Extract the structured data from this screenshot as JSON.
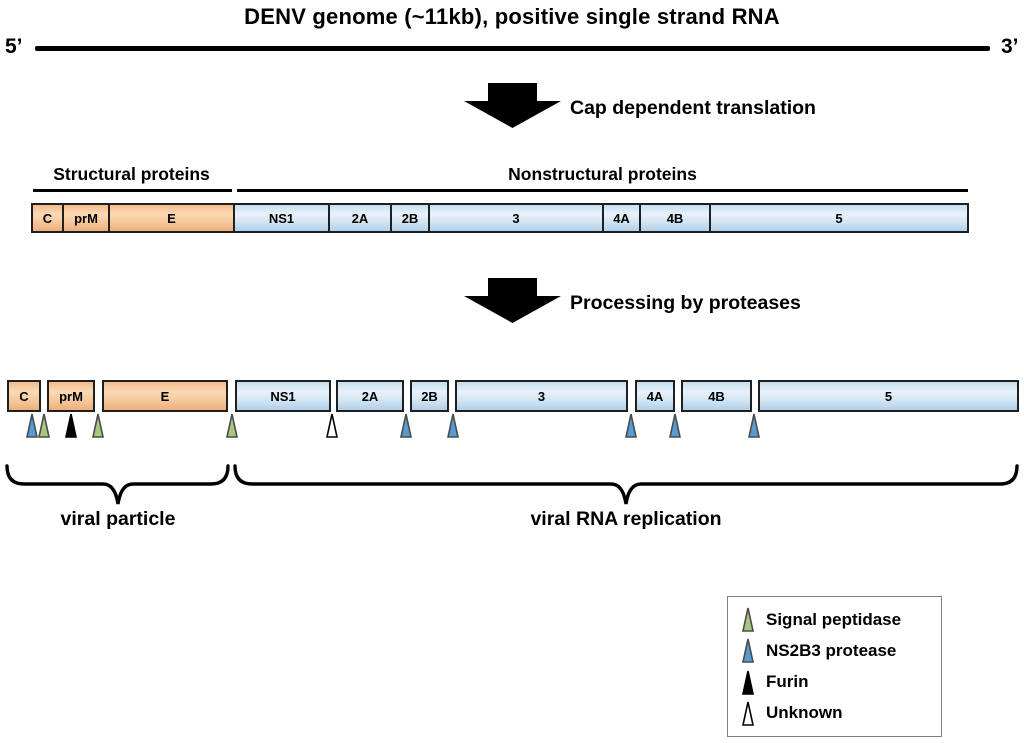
{
  "title": "DENV genome (~11kb), positive single strand RNA",
  "genome_line": {
    "left_end": "5’",
    "right_end": "3’"
  },
  "steps": {
    "translation": "Cap dependent translation",
    "processing": "Processing by proteases"
  },
  "protein_groups": {
    "structural": "Structural proteins",
    "nonstructural": "Nonstructural proteins"
  },
  "polyprotein_segments": [
    {
      "label": "C",
      "group": "structural"
    },
    {
      "label": "prM",
      "group": "structural"
    },
    {
      "label": "E",
      "group": "structural"
    },
    {
      "label": "NS1",
      "group": "nonstructural"
    },
    {
      "label": "2A",
      "group": "nonstructural"
    },
    {
      "label": "2B",
      "group": "nonstructural"
    },
    {
      "label": "3",
      "group": "nonstructural"
    },
    {
      "label": "4A",
      "group": "nonstructural"
    },
    {
      "label": "4B",
      "group": "nonstructural"
    },
    {
      "label": "5",
      "group": "nonstructural"
    }
  ],
  "cleavage_sites": [
    {
      "site": "C (N-terminal side)",
      "enzyme": "NS2B3 protease",
      "color": "#569bd3"
    },
    {
      "site": "C / prM",
      "enzyme": "Signal peptidase",
      "color": "#a9c77e"
    },
    {
      "site": "within prM",
      "enzyme": "Furin",
      "color": "#000000"
    },
    {
      "site": "prM / E",
      "enzyme": "Signal peptidase",
      "color": "#a9c77e"
    },
    {
      "site": "E / NS1",
      "enzyme": "Signal peptidase",
      "color": "#a9c77e"
    },
    {
      "site": "NS1 / 2A",
      "enzyme": "Unknown",
      "color": "#ffffff"
    },
    {
      "site": "2A / 2B",
      "enzyme": "NS2B3 protease",
      "color": "#569bd3"
    },
    {
      "site": "2B / 3",
      "enzyme": "NS2B3 protease",
      "color": "#569bd3"
    },
    {
      "site": "3 / 4A",
      "enzyme": "NS2B3 protease",
      "color": "#569bd3"
    },
    {
      "site": "4A / 4B",
      "enzyme": "NS2B3 protease",
      "color": "#569bd3"
    },
    {
      "site": "4B / 5",
      "enzyme": "NS2B3 protease",
      "color": "#569bd3"
    }
  ],
  "fates": {
    "structural": "viral particle",
    "nonstructural": "viral RNA replication"
  },
  "legend": {
    "items": [
      {
        "label": "Signal peptidase",
        "color": "#a9c77e"
      },
      {
        "label": "NS2B3 protease",
        "color": "#569bd3"
      },
      {
        "label": "Furin",
        "color": "#000000"
      },
      {
        "label": "Unknown",
        "color": "#ffffff"
      }
    ]
  },
  "colors": {
    "structural_fill": "#f5c79b",
    "nonstructural_fill": "#cfe2f2",
    "triangle_outline": "#4a4a4a"
  }
}
